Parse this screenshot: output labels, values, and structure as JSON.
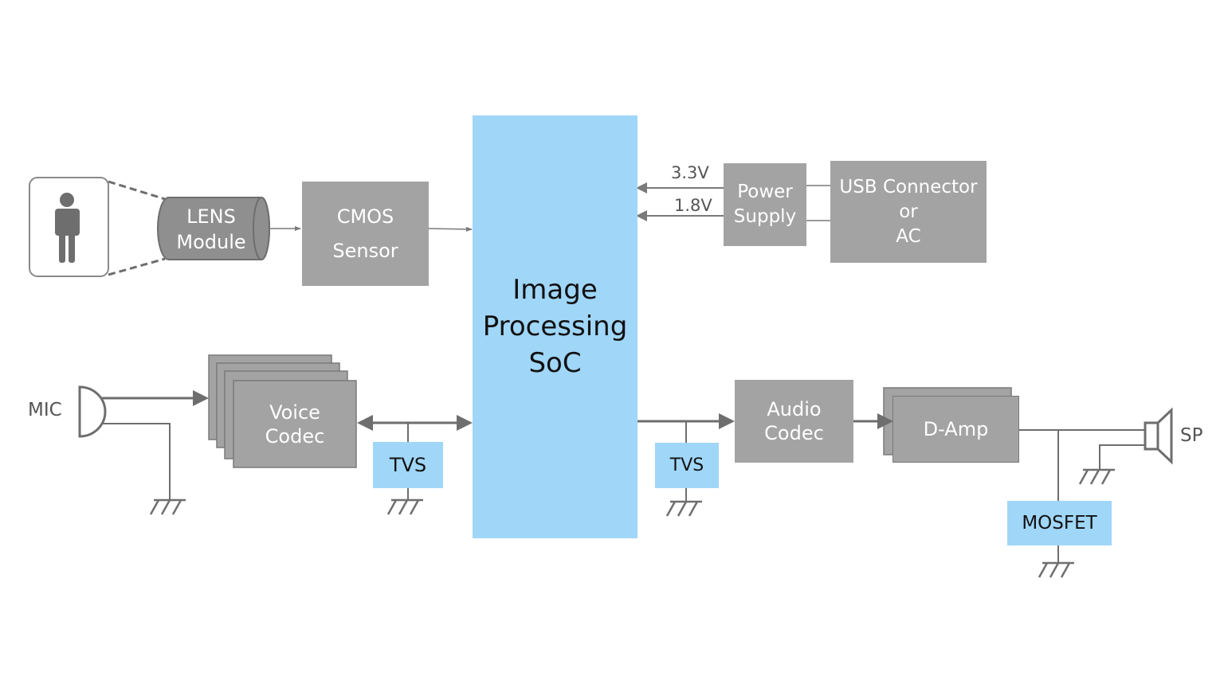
{
  "blocks": {
    "lens": [
      "LENS",
      "Module"
    ],
    "cmos": [
      "CMOS",
      "Sensor"
    ],
    "soc": [
      "Image",
      "Processing",
      "SoC"
    ],
    "power": [
      "Power",
      "Supply"
    ],
    "usb": [
      "USB Connector",
      "or",
      "AC"
    ],
    "voice_codec": [
      "Voice",
      "Codec"
    ],
    "audio_codec": [
      "Audio",
      "Codec"
    ],
    "damp": "D-Amp",
    "tvs_left": "TVS",
    "tvs_right": "TVS",
    "mosfet": "MOSFET"
  },
  "labels": {
    "v33": "3.3V",
    "v18": "1.8V",
    "mic": "MIC",
    "sp": "SP"
  },
  "colors": {
    "block_gray": "#a3a3a3",
    "block_blue": "#a0d6f8",
    "line_gray": "#6e6e6e"
  }
}
